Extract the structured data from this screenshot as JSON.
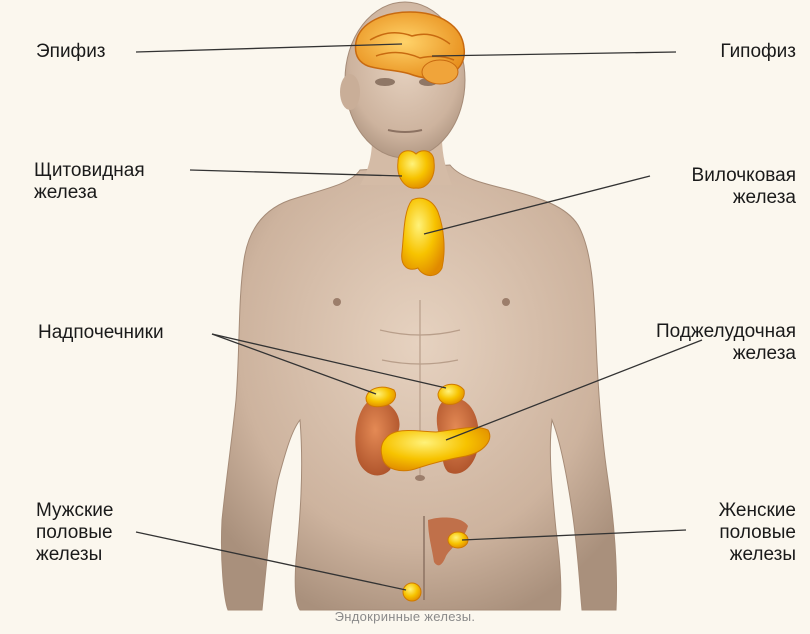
{
  "labels": {
    "epiphysis": "Эпифиз",
    "pituitary": "Гипофиз",
    "thyroid": [
      "Щитовидная",
      "железа"
    ],
    "thymus": [
      "Вилочковая",
      "железа"
    ],
    "adrenal": "Надпочечники",
    "pancreas": [
      "Поджелудочная",
      "железа"
    ],
    "male_gonads": [
      "Мужские",
      "половые",
      "железы"
    ],
    "female_gonads": [
      "Женские",
      "половые",
      "железы"
    ]
  },
  "caption": "Эндокринные железы.",
  "colors": {
    "background": "#fbf7ee",
    "skin": "#d9c2ae",
    "skin_shadow": "#b89e8a",
    "gland_yellow": "#f7c300",
    "gland_orange": "#ef8a1a",
    "kidney": "#c76a3c",
    "leader_line": "#333333"
  }
}
